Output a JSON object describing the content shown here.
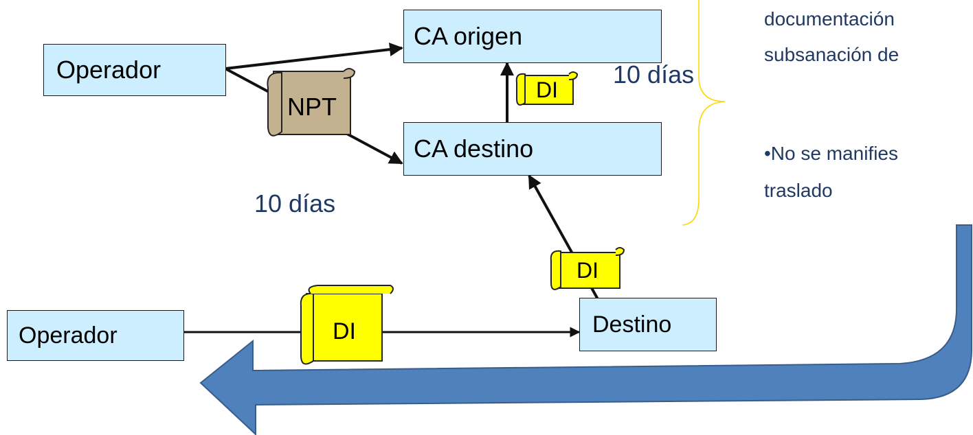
{
  "boxes": {
    "operador_top": "Operador",
    "ca_origen": "CA origen",
    "ca_destino": "CA destino",
    "operador_bottom": "Operador",
    "destino": "Destino"
  },
  "documents": {
    "npt": "NPT",
    "di_top": "DI",
    "di_middle": "DI",
    "di_bottom": "DI"
  },
  "time_labels": {
    "upper": "10 días",
    "lower": "10 días"
  },
  "side_text": {
    "line1": "documentación",
    "line2": "subsanación de",
    "line3": "•No se manifies",
    "line4": "traslado"
  },
  "colors": {
    "box_fill": "#cdeefe",
    "npt_fill": "#c3b18f",
    "di_fill": "#ffff00",
    "big_arrow": "#4f81bd",
    "brace": "#ffd700",
    "text": "#1f3864"
  }
}
